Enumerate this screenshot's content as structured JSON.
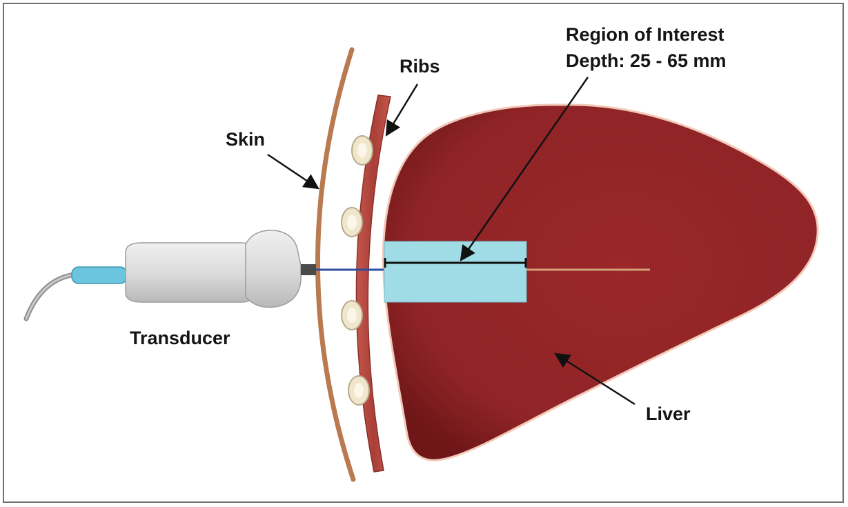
{
  "labels": {
    "region_title": "Region of Interest",
    "region_depth": "Depth:  25 - 65 mm",
    "ribs": "Ribs",
    "skin": "Skin",
    "transducer": "Transducer",
    "liver": "Liver"
  },
  "colors": {
    "skin": "#b97a4f",
    "rib_muscle": "#b5483f",
    "rib_bone": "#f2e8cf",
    "liver": "#972628",
    "liver_edge": "#f2c9b8",
    "region_box": "#9fdce5",
    "transducer_body": "#dcdcdc",
    "transducer_collar": "#6cc5de",
    "beam": "#2d4c9e",
    "beam_extension": "#d2a177"
  }
}
